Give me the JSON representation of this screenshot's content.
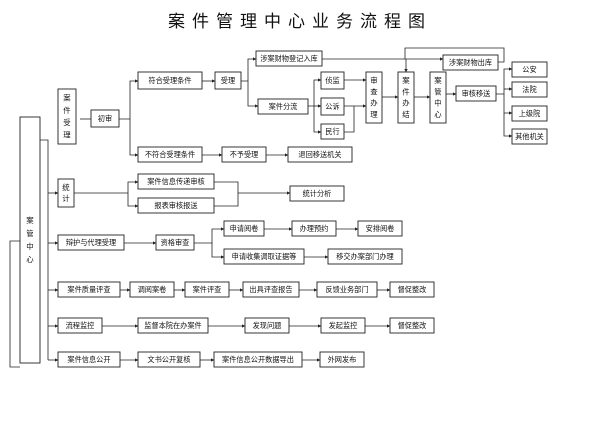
{
  "title": "案件管理中心业务流程图",
  "nodes": {
    "center": "案管中心",
    "acceptance": "案件受理",
    "first_review": "初审",
    "meets_conditions": "符合受理条件",
    "accept": "受理",
    "property_register": "涉案财物登记入库",
    "case_diversion": "案件分流",
    "investigation": "侦监",
    "prosecution": "公诉",
    "civil_admin": "民行",
    "review_handling": "审查办理",
    "case_closed": "案件办结",
    "case_mgmt_center": "案管中心",
    "property_out": "涉案财物出库",
    "review_transfer": "审核移送",
    "police": "公安",
    "court": "法院",
    "upper_court": "上级院",
    "other_agencies": "其他机关",
    "not_meets": "不符合受理条件",
    "not_accept": "不予受理",
    "return_transfer": "退回移送机关",
    "statistics": "统计",
    "info_review": "案件信息传递审核",
    "report_review": "报表审核报送",
    "stat_analysis": "统计分析",
    "defense_agency": "辩护与代理受理",
    "qualification_review": "资格审查",
    "apply_read": "申请阅卷",
    "appointment": "办理预约",
    "arrange_read": "安排阅卷",
    "apply_evidence": "申请收集调取证据等",
    "transfer_dept": "移交办案部门办理",
    "quality_eval": "案件质量评查",
    "retrieve_files": "调阅案卷",
    "case_eval": "案件评查",
    "eval_report": "出具评查报告",
    "feedback_dept": "反馈业务部门",
    "supervise_fix_1": "督促整改",
    "process_monitor": "流程监控",
    "monitor_cases": "监督本院在办案件",
    "find_issues": "发现问题",
    "start_monitor": "发起监控",
    "supervise_fix_2": "督促整改",
    "info_disclosure": "案件信息公开",
    "doc_review": "文书公开复核",
    "data_export": "案件信息公开数据导出",
    "external_publish": "外网发布"
  }
}
